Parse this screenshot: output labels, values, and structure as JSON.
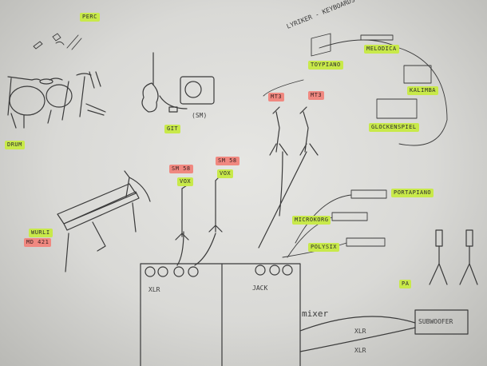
{
  "labels": {
    "perc": "PERC",
    "drum": "DRUM",
    "git": "GIT",
    "git_amp": "(SM)",
    "lyrics": "LYRIKER - KEYBOARDS",
    "toypiano": "TOYPIANO",
    "melodica": "MELODICA",
    "kalimba": "KALIMBA",
    "glockenspiel": "GLOCKENSPIEL",
    "mic_left": "MT3",
    "mic_right": "MT3",
    "vox_left": "VOX",
    "vox_left_mic": "SM 58",
    "vox_right": "VOX",
    "vox_right_mic": "SM 58",
    "portapiano": "PORTAPIANO",
    "microkorg": "MICROKORG",
    "polysix": "POLYSIX",
    "wurli": "WURLI",
    "wurli_mic": "MD 421",
    "xlr": "XLR",
    "jack": "JACK",
    "mixer": "mixer",
    "pa": "PA",
    "subwoofer": "SUBWOOFER",
    "xlr_cable_1": "XLR",
    "xlr_cable_2": "XLR"
  }
}
